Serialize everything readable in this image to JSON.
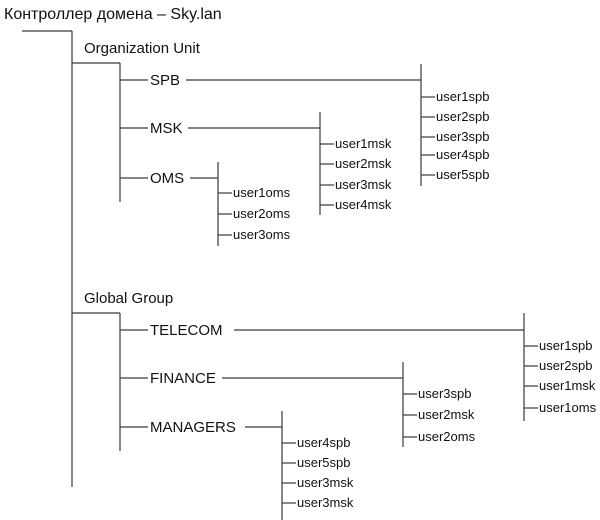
{
  "title": "Контроллер домена – Sky.lan",
  "sections": [
    {
      "label": "Organization Unit",
      "groups": [
        {
          "name": "SPB",
          "members": [
            "user1spb",
            "user2spb",
            "user3spb",
            "user4spb",
            "user5spb"
          ]
        },
        {
          "name": "MSK",
          "members": [
            "user1msk",
            "user2msk",
            "user3msk",
            "user4msk"
          ]
        },
        {
          "name": "OMS",
          "members": [
            "user1oms",
            "user2oms",
            "user3oms"
          ]
        }
      ]
    },
    {
      "label": "Global Group",
      "groups": [
        {
          "name": "TELECOM",
          "members": [
            "user1spb",
            "user2spb",
            "user1msk",
            "user1oms"
          ]
        },
        {
          "name": "FINANCE",
          "members": [
            "user3spb",
            "user2msk",
            "user2oms"
          ]
        },
        {
          "name": "MANAGERS",
          "members": [
            "user4spb",
            "user5spb",
            "user3msk",
            "user3msk"
          ]
        }
      ]
    }
  ]
}
